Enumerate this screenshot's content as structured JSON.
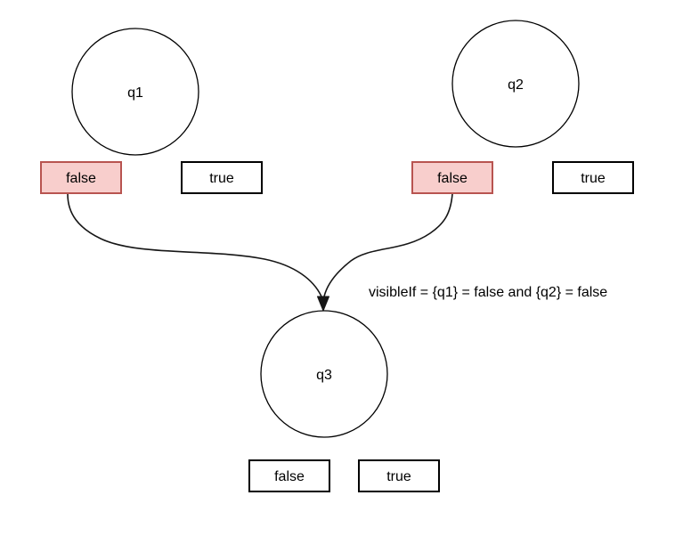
{
  "diagram": {
    "condition_label": "visibleIf = {q1} = false and {q2} = false",
    "colors": {
      "background": "#ffffff",
      "selected_option_fill": "#f8cecc",
      "selected_option_stroke": "#b85450",
      "node_stroke": "#000000",
      "edge_stroke": "#161616",
      "text": "#000000"
    },
    "nodes": {
      "q1": {
        "label": "q1",
        "options": {
          "false": {
            "label": "false",
            "selected": true
          },
          "true": {
            "label": "true",
            "selected": false
          }
        }
      },
      "q2": {
        "label": "q2",
        "options": {
          "false": {
            "label": "false",
            "selected": true
          },
          "true": {
            "label": "true",
            "selected": false
          }
        }
      },
      "q3": {
        "label": "q3",
        "options": {
          "false": {
            "label": "false",
            "selected": false
          },
          "true": {
            "label": "true",
            "selected": false
          }
        }
      }
    }
  }
}
